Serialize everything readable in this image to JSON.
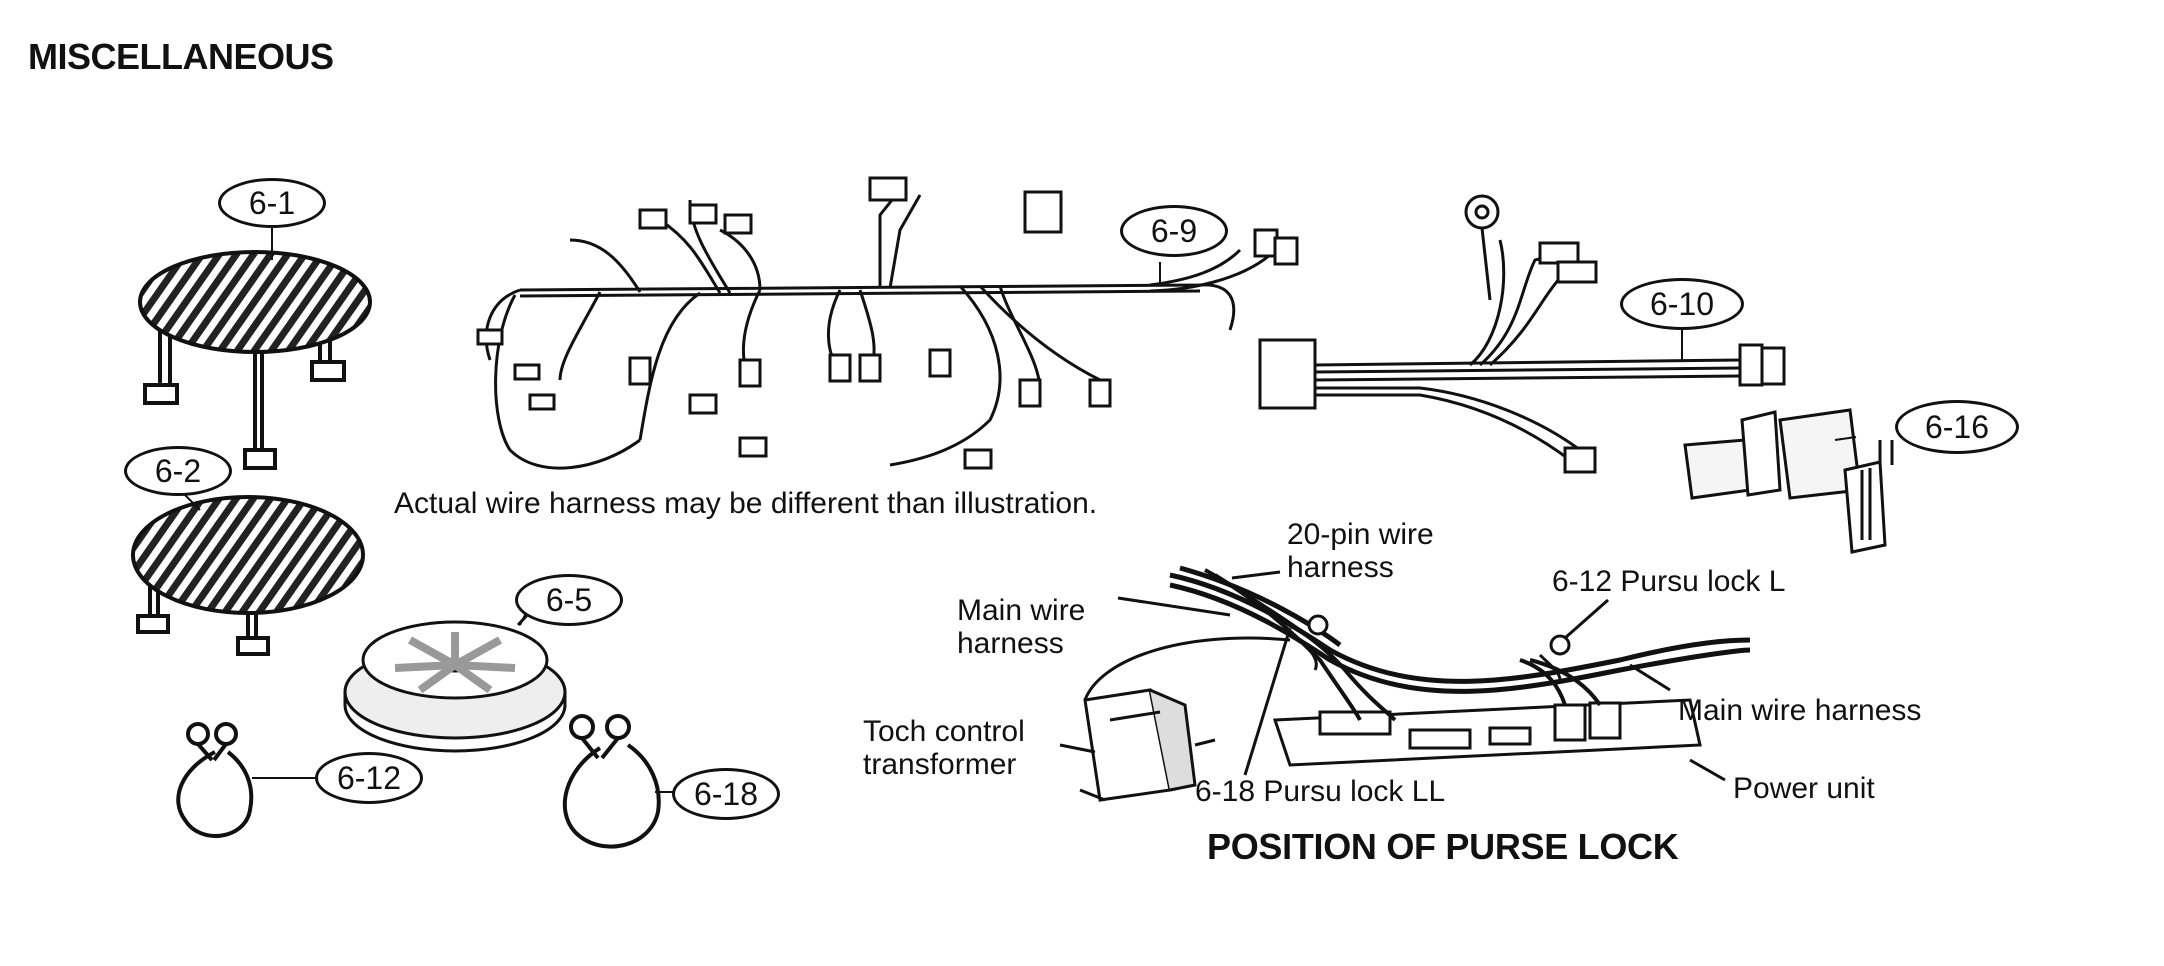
{
  "title": "MISCELLANEOUS",
  "subtitle": "POSITION OF PURSE LOCK",
  "note": "Actual wire harness may be different than illustration.",
  "callouts": {
    "c6_1": "6-1",
    "c6_2": "6-2",
    "c6_5": "6-5",
    "c6_9": "6-9",
    "c6_10": "6-10",
    "c6_12": "6-12",
    "c6_16": "6-16",
    "c6_18": "6-18"
  },
  "labels": {
    "pin_harness": "20-pin wire\nharness",
    "main_harness_left": "Main wire\nharness",
    "pursu_lock_l": "6-12 Pursu lock L",
    "main_harness_right": "Main wire harness",
    "toch_transformer": "Toch control\ntransformer",
    "pursu_lock_ll": "6-18 Pursu lock LL",
    "power_unit": "Power unit"
  }
}
